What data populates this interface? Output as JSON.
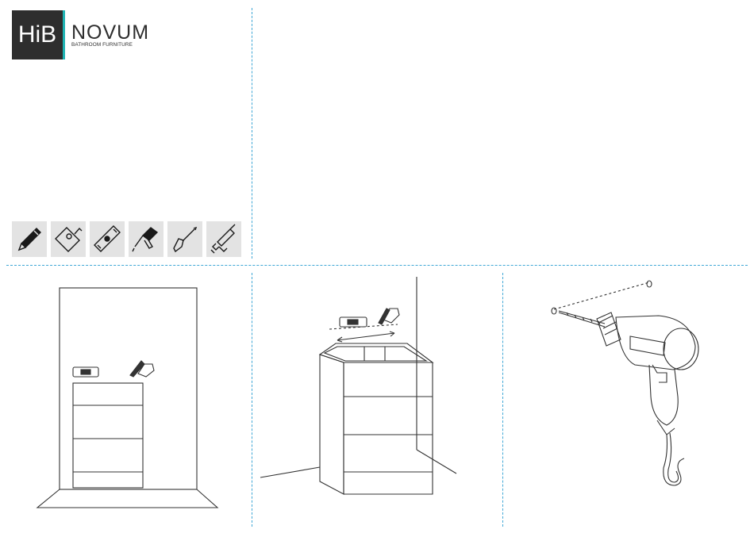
{
  "brand": {
    "logo_mark": "HiB",
    "wordmark": "NOVUM",
    "tagline": "BATHROOM FURNITURE",
    "colors": {
      "dark": "#2e2e2e",
      "accent": "#1fb4b4",
      "guide": "#3fa7d6",
      "tile": "#e3e3e3"
    }
  },
  "tools": [
    {
      "icon": "pencil-icon"
    },
    {
      "icon": "tape-measure-icon"
    },
    {
      "icon": "spirit-level-icon"
    },
    {
      "icon": "drill-icon"
    },
    {
      "icon": "screwdriver-icon"
    },
    {
      "icon": "sealant-gun-icon"
    }
  ],
  "steps": [
    {
      "icon": "cabinet-front-view-icon"
    },
    {
      "icon": "cabinet-perspective-view-icon"
    },
    {
      "icon": "drilling-wall-icon"
    }
  ]
}
